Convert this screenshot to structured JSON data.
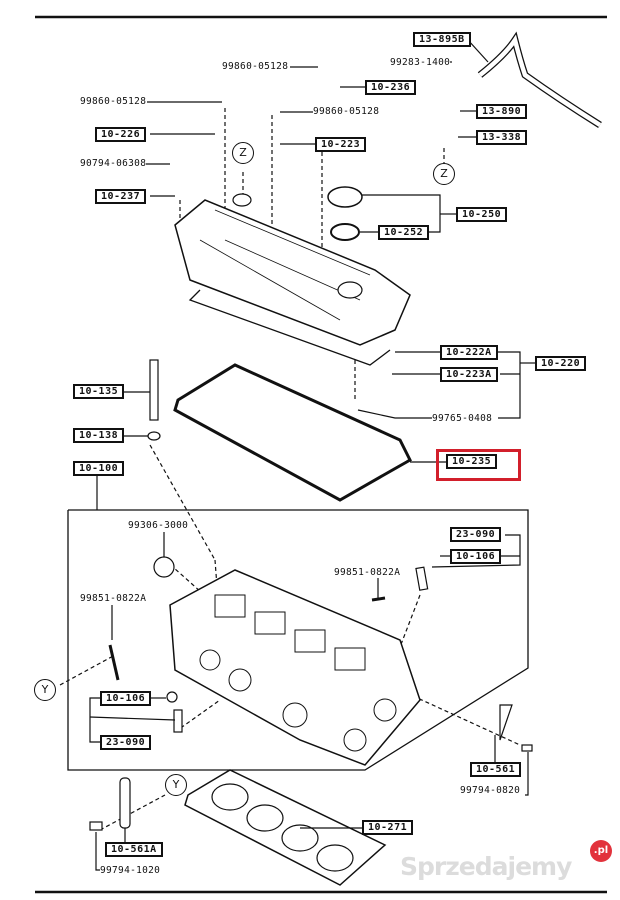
{
  "diagram": {
    "highlight_color": "#d21f2b",
    "parts": {
      "p13_895B": "13-895B",
      "p99283_1400": "99283-1400",
      "p10_236": "10-236",
      "p99860_a": "99860-05128",
      "p99860_b": "99860-05128",
      "p99860_c": "99860-05128",
      "p13_890": "13-890",
      "p13_338": "13-338",
      "p10_226": "10-226",
      "p10_223": "10-223",
      "p90794": "90794-06308",
      "p10_237": "10-237",
      "p10_250": "10-250",
      "p10_252": "10-252",
      "p10_222A": "10-222A",
      "p10_220": "10-220",
      "p10_223A": "10-223A",
      "p99765": "99765-0408",
      "p10_135": "10-135",
      "p10_138": "10-138",
      "p10_235": "10-235",
      "p10_100": "10-100",
      "p99306": "99306-3000",
      "p23_090_a": "23-090",
      "p10_106_a": "10-106",
      "p99851_a": "99851-0822A",
      "p99851_b": "99851-0822A",
      "p10_106_b": "10-106",
      "p23_090_b": "23-090",
      "p10_561": "10-561",
      "p99794_0820": "99794-0820",
      "p10_271": "10-271",
      "p10_561A": "10-561A",
      "p99794_1020": "99794-1020"
    },
    "refs": {
      "z1": "Z",
      "z2": "Z",
      "y1": "Y",
      "y2": "Y"
    }
  },
  "watermark": {
    "text": "Sprzedajemy",
    "badge": ".pl"
  }
}
